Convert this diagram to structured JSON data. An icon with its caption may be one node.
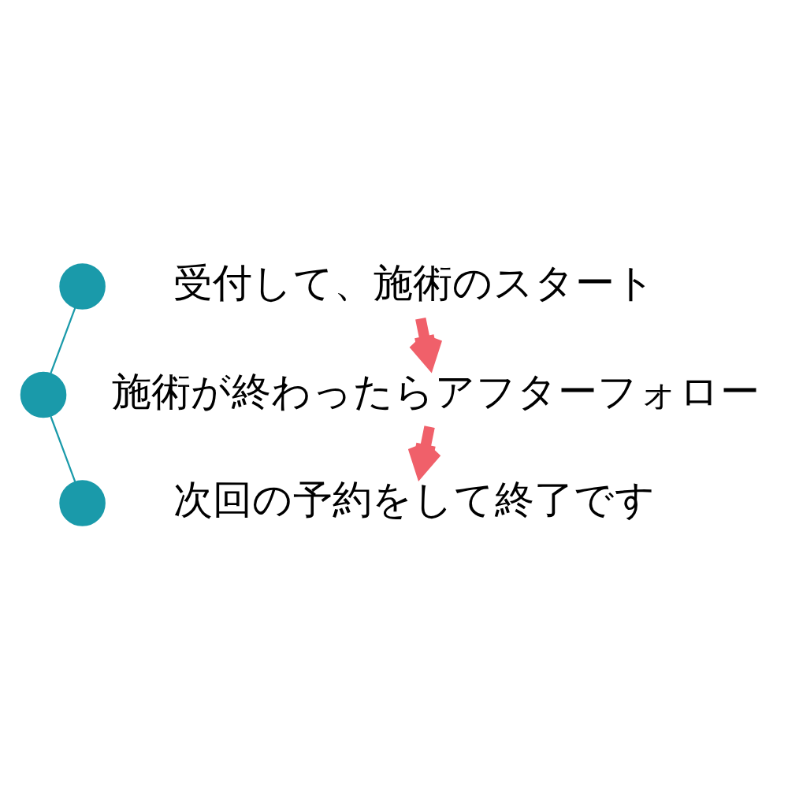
{
  "diagram": {
    "nodes": [
      {
        "text": [],
        "shape": "circle"
      },
      {
        "text": [
          "受付して、施術のスタート"
        ]
      },
      {
        "text": [],
        "shape": "circle"
      },
      {
        "text": [
          "施術が終わったらアフターフォロー"
        ]
      },
      {
        "text": [],
        "shape": "circle"
      },
      {
        "text": [
          "次回の予約をして終了です"
        ]
      }
    ],
    "edges": [
      {
        "from": 0,
        "to": 2,
        "arrow": "none",
        "color": "#1a9aaa"
      },
      {
        "from": 2,
        "to": 4,
        "arrow": "none",
        "color": "#1a9aaa"
      },
      {
        "from": 1,
        "to": 3,
        "arrow": "to",
        "style": "thick",
        "color": "#f0606a"
      },
      {
        "from": 3,
        "to": 5,
        "arrow": "to",
        "style": "thick",
        "color": "#f0606a"
      }
    ]
  }
}
